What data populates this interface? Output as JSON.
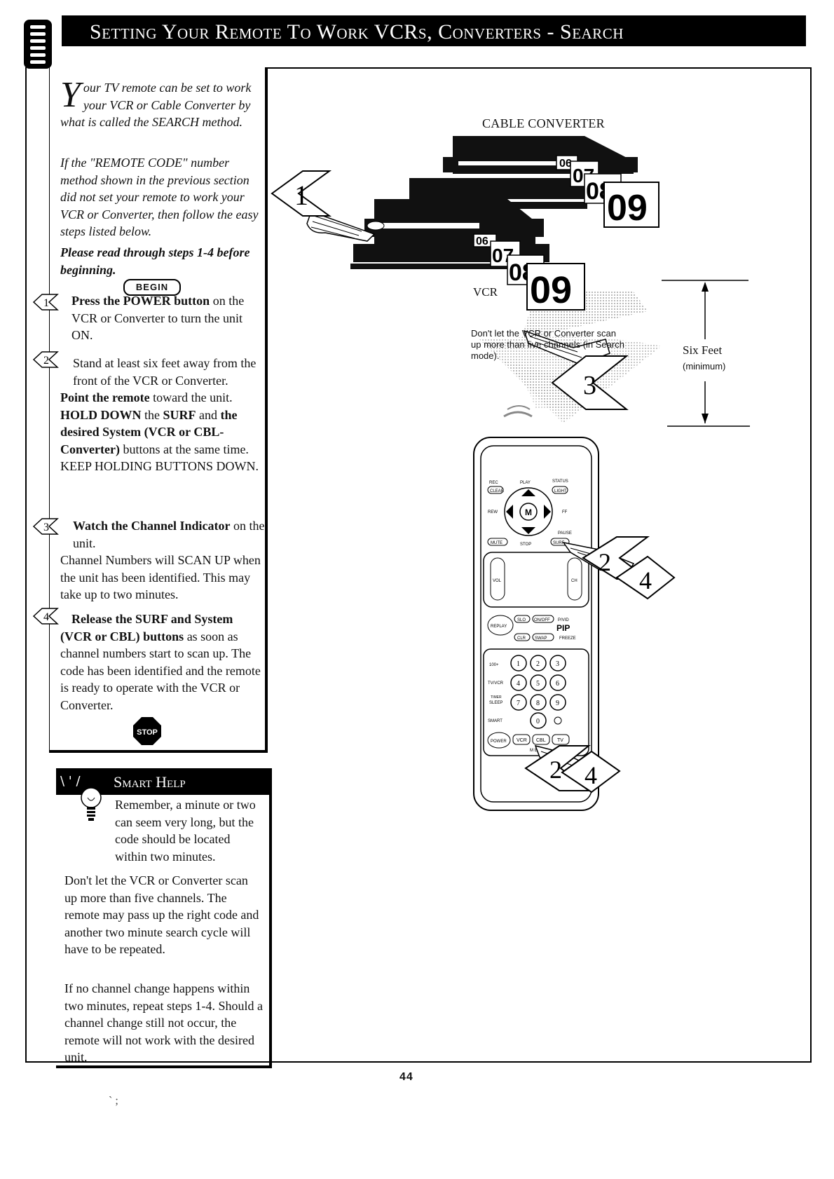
{
  "header": {
    "title": "Setting Your Remote To Work VCRs, Converters - Search"
  },
  "intro": {
    "dropcap": "Y",
    "text": "our TV remote can be set to work your VCR or Cable Converter by what is called the SEARCH method.",
    "method_note": "If the \"REMOTE CODE\" number method shown in the previous section did not set your remote to work your VCR or Converter, then follow the easy steps listed below.",
    "read_note": "Please read through steps 1-4 before beginning.",
    "begin_label": "BEGIN"
  },
  "steps": [
    {
      "number": "1",
      "bold": "Press the POWER button",
      "text": " on the VCR or Converter to turn the unit ON."
    },
    {
      "number": "2",
      "bold": "",
      "text": "Stand at least six feet away from the front of the VCR or Converter.",
      "bold2": "Point the remote",
      "text2": " toward the unit.",
      "bold3": "HOLD DOWN",
      "text3": " the ",
      "bold4": "SURF",
      "text4": " and ",
      "bold5": "the desired System (VCR or CBL-Converter)",
      "text5": " buttons at the same time. KEEP HOLDING BUTTONS DOWN."
    },
    {
      "number": "3",
      "bold": "Watch the Channel Indicator",
      "text": " on the unit.",
      "text2": "Channel Numbers will SCAN UP when the unit has been identified. This may take up to two minutes."
    },
    {
      "number": "4",
      "bold": "Release the SURF and System (VCR  or CBL) buttons",
      "text": " as soon as channel numbers start to scan up.  The code has been identified and the remote is ready to operate with the VCR or Converter."
    }
  ],
  "stop_label": "STOP",
  "smart_help": {
    "title": "Smart Help",
    "p1": "Remember, a minute or two can seem very long, but the code should be located within two minutes.",
    "p2": "Don't let the VCR or Converter scan up more than five channels. The remote may pass up the right code and another two minute search cycle will have to be repeated.",
    "p3": "If no channel change happens within two minutes, repeat steps 1-4. Should a channel change still not occur, the remote will not work with the desired unit."
  },
  "illustration": {
    "cable_label": "CABLE CONVERTER",
    "vcr_label": "VCR",
    "scan_warning": "Don't let the VCR or Converter scan up more than five channels (in Search mode).",
    "distance_label": "Six Feet",
    "distance_sub": "(minimum)",
    "channels": [
      "06",
      "07",
      "08",
      "09"
    ],
    "callouts": [
      "1",
      "3",
      "2",
      "4",
      "2",
      "4"
    ],
    "remote_labels": {
      "rec": "REC",
      "play": "PLAY",
      "status": "STATUS",
      "clear": "CLEAR",
      "light": "LIGHT",
      "rew": "REW",
      "ff": "FF",
      "pause": "PAUSE",
      "mute": "MUTE",
      "stop": "STOP",
      "surf": "SURF",
      "menu": "M",
      "vol": "VOL",
      "ch": "CH",
      "replay": "REPLAY",
      "slo": "SLO",
      "onoff": "ON/OFF",
      "pvid": "P/VID",
      "pip": "PIP",
      "clr": "CLR",
      "swap": "SWAP",
      "freeze": "FREEZE",
      "hundred": "100+",
      "tvvcr": "TV/VCR",
      "sleep": "SLEEP",
      "timer": "TIMER",
      "smart": "SMART",
      "power": "POWER",
      "vcr": "VCR",
      "cbl": "CBL",
      "tv": "TV",
      "mode": "M     E",
      "digits": [
        "1",
        "2",
        "3",
        "4",
        "5",
        "6",
        "7",
        "8",
        "9",
        "0"
      ]
    }
  },
  "page_number": "44",
  "scribble": "`  ;"
}
